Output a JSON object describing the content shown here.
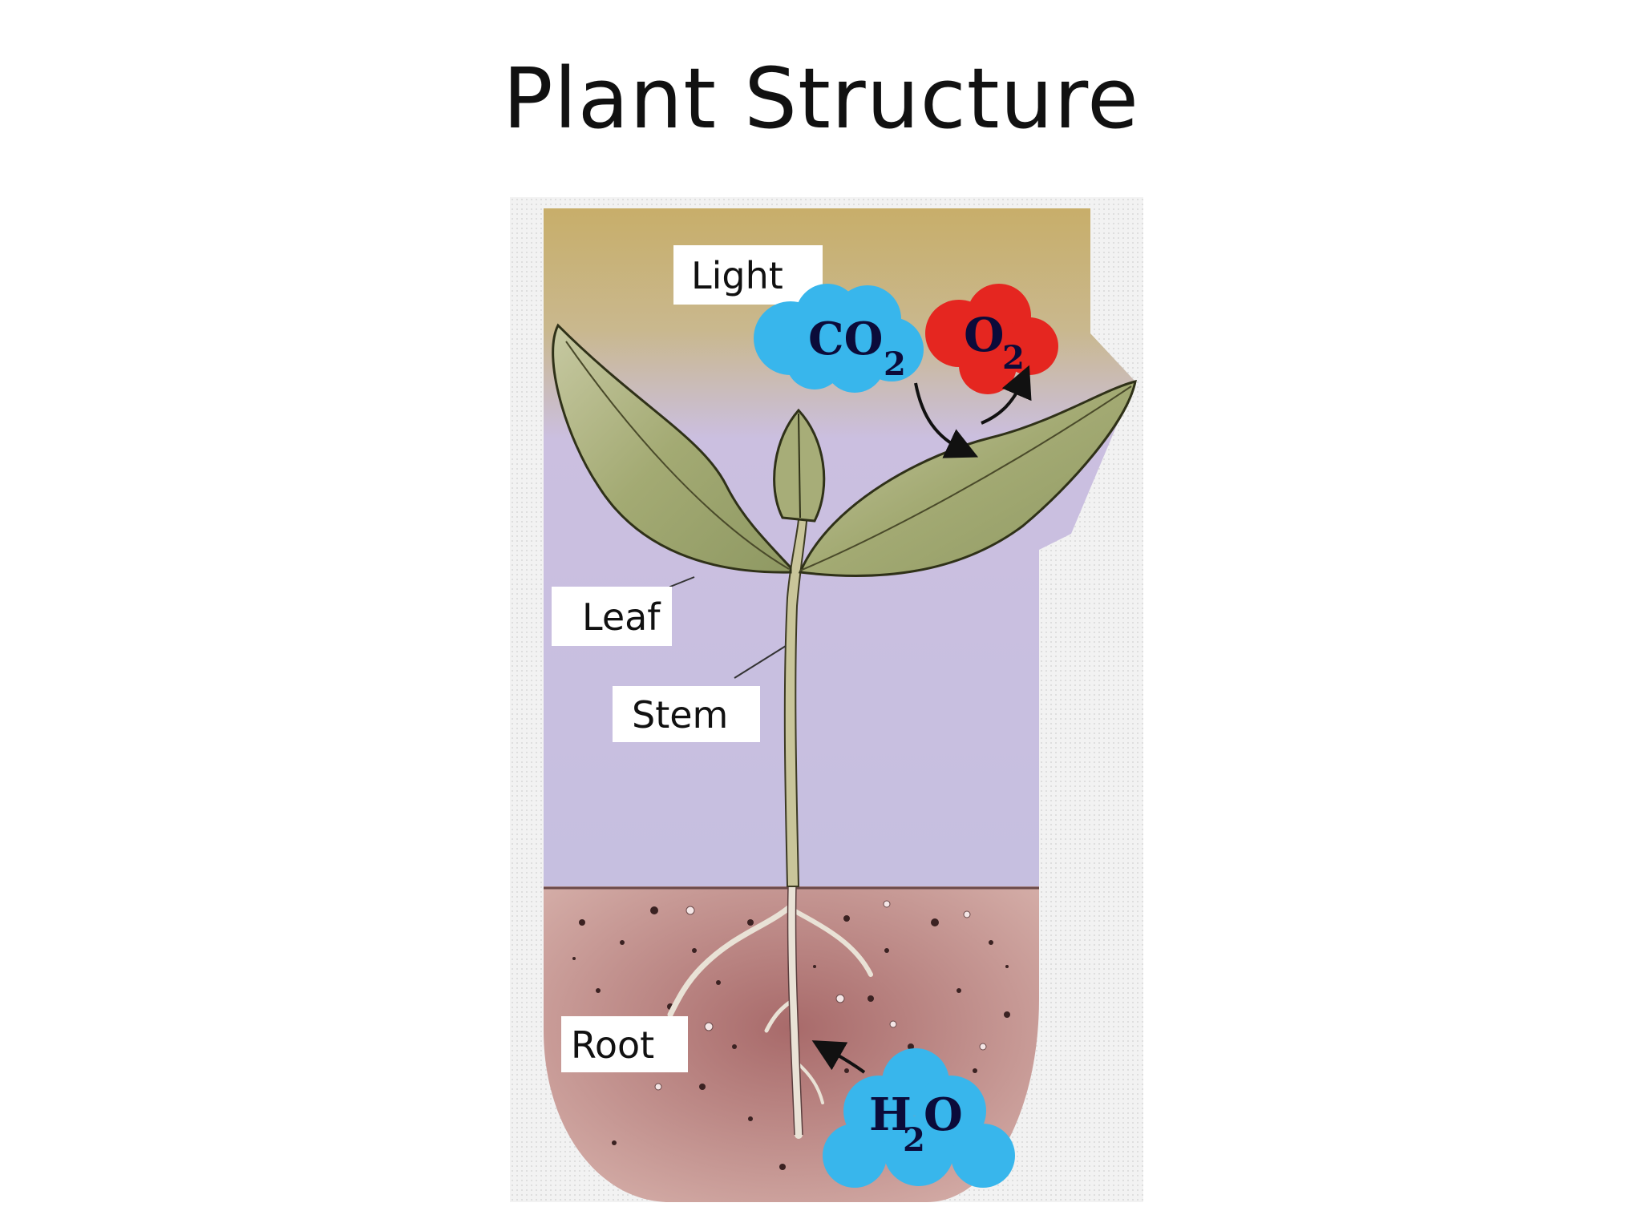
{
  "title": "Plant Structure",
  "labels": {
    "light": "Light",
    "leaf": "Leaf",
    "stem": "Stem",
    "root": "Root"
  },
  "molecules": {
    "co2": {
      "symbol": "CO",
      "subscript": "2"
    },
    "o2": {
      "symbol": "O",
      "subscript": "2"
    },
    "h2o": {
      "symbol_a": "H",
      "subscript": "2",
      "symbol_b": "O"
    }
  },
  "colors": {
    "sky_top": "#c8ae6a",
    "sky_bottom": "#cbbfe0",
    "soil": "#b88080",
    "leaf": "#a9b07e",
    "co2_cloud": "#38b6ec",
    "o2_cloud": "#e52620",
    "h2o_cloud": "#38b6ec"
  }
}
